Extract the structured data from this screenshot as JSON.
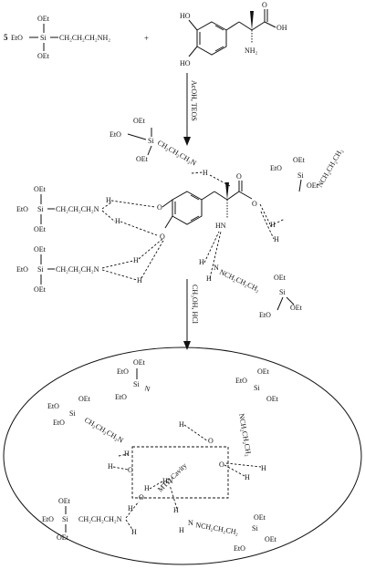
{
  "reagent": {
    "count": "5",
    "silane_left": "EtO",
    "silane_top": "OEt",
    "silane_center": "Si",
    "silane_chain": "CH₂CH₂CH₂NH₂",
    "silane_bottom": "OEt",
    "plus": "+"
  },
  "template": {
    "oh_top": "HO",
    "oh_bottom": "HO",
    "acid": "OH",
    "carbonyl": "O",
    "amine": "NH₂"
  },
  "arrows": [
    {
      "label": "AcOH, TEOS"
    },
    {
      "label": "CH₃OH, HCl"
    }
  ],
  "complex": {
    "eto": "EtO",
    "oet": "OEt",
    "si": "Si",
    "chain": "CH₂CH₂CH₂N",
    "chain_rev": "NCH₂CH₂CH₂",
    "h": "H",
    "o": "O",
    "hn": "HN",
    "n": "N"
  },
  "imprint": {
    "cavity_label": "MTD Cavity",
    "hn": "HN",
    "h": "H",
    "o": "O",
    "n": "N",
    "si": "Si",
    "eto": "EtO",
    "oet": "OEt"
  }
}
